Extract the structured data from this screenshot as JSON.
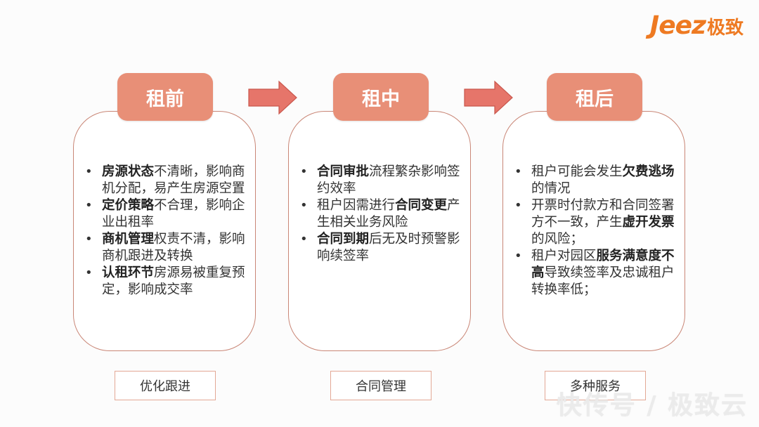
{
  "logo": {
    "latin": "Jeez",
    "cjk": "极致"
  },
  "stages": [
    {
      "title": "租前",
      "bullets": [
        [
          {
            "text": "房源状态",
            "bold": true
          },
          {
            "text": "不清晰，影响商机分配，易产生房源空置",
            "bold": false
          }
        ],
        [
          {
            "text": "定价策略",
            "bold": true
          },
          {
            "text": "不合理，影响企业出租率",
            "bold": false
          }
        ],
        [
          {
            "text": "商机管理",
            "bold": true
          },
          {
            "text": "权责不清，影响商机跟进及转换",
            "bold": false
          }
        ],
        [
          {
            "text": "认租环节",
            "bold": true
          },
          {
            "text": "房源易被重复预定，影响成交率",
            "bold": false
          }
        ]
      ],
      "tag": "优化跟进"
    },
    {
      "title": "租中",
      "bullets": [
        [
          {
            "text": "合同审批",
            "bold": true
          },
          {
            "text": "流程繁杂影响签约效率",
            "bold": false
          }
        ],
        [
          {
            "text": "租户因需进行",
            "bold": false
          },
          {
            "text": "合同变更",
            "bold": true
          },
          {
            "text": "产生相关业务风险",
            "bold": false
          }
        ],
        [
          {
            "text": "合同到期",
            "bold": true
          },
          {
            "text": "后无及时预警影响续签率",
            "bold": false
          }
        ]
      ],
      "tag": "合同管理"
    },
    {
      "title": "租后",
      "bullets": [
        [
          {
            "text": "租户可能会发生",
            "bold": false
          },
          {
            "text": "欠费逃场",
            "bold": true
          },
          {
            "text": "的情况",
            "bold": false
          }
        ],
        [
          {
            "text": "开票时付款方和合同签署方不一致，产生",
            "bold": false
          },
          {
            "text": "虚开发票",
            "bold": true
          },
          {
            "text": "的风险；",
            "bold": false
          }
        ],
        [
          {
            "text": "租户对园区",
            "bold": false
          },
          {
            "text": "服务满意度不高",
            "bold": true
          },
          {
            "text": "导致续签率及忠诚租户转换率低；",
            "bold": false
          }
        ]
      ],
      "tag": "多种服务"
    }
  ],
  "watermark": "快传号 / 极致云",
  "colors": {
    "accent": "#e88f77",
    "brand": "#ee7a22",
    "arrow": "#e6756a",
    "border": "#c98676"
  }
}
